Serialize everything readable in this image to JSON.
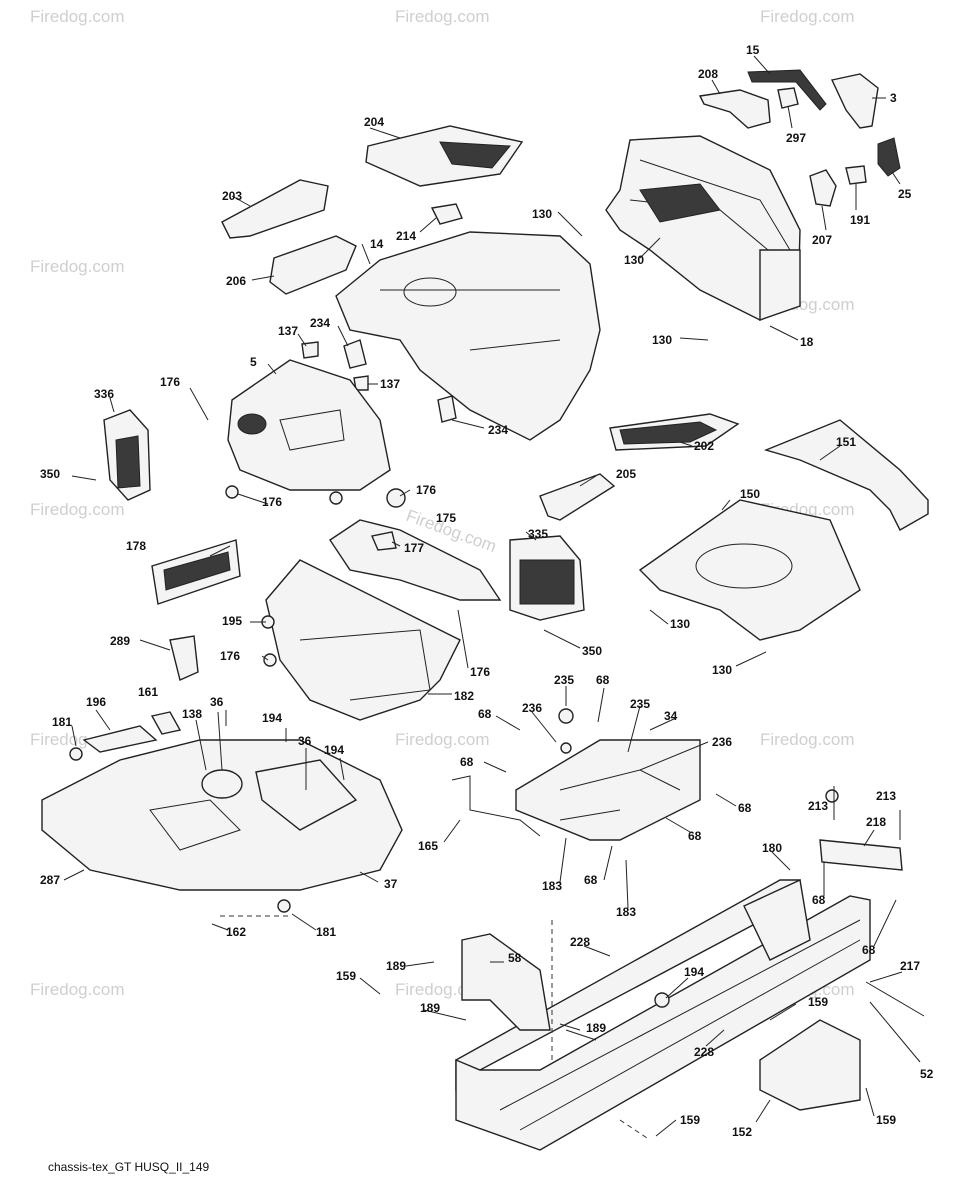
{
  "caption": "chassis-tex_GT HUSQ_II_149",
  "watermark": "Firedog.com",
  "labels": {
    "p15": "15",
    "p208": "208",
    "p3": "3",
    "p297": "297",
    "p25": "25",
    "p191": "191",
    "p207": "207",
    "p204": "204",
    "p203": "203",
    "p214": "214",
    "p14": "14",
    "p206": "206",
    "p130a": "130",
    "p130b": "130",
    "p130c": "130",
    "p130d": "130",
    "p130e": "130",
    "p18": "18",
    "p137a": "137",
    "p234a": "234",
    "p5": "5",
    "p137b": "137",
    "p176a": "176",
    "p336": "336",
    "p234b": "234",
    "p202": "202",
    "p151": "151",
    "p350a": "350",
    "p176b": "176",
    "p176c": "176",
    "p205": "205",
    "p175": "175",
    "p177": "177",
    "p150": "150",
    "p178": "178",
    "p335": "335",
    "p195": "195",
    "p176d": "176",
    "p176e": "176",
    "p289": "289",
    "p350b": "350",
    "p182": "182",
    "p196": "196",
    "p161": "161",
    "p36a": "36",
    "p138": "138",
    "p181a": "181",
    "p194a": "194",
    "p36b": "36",
    "p194b": "194",
    "p287": "287",
    "p37": "37",
    "p162": "162",
    "p181b": "181",
    "p235a": "235",
    "p68a": "68",
    "p236a": "236",
    "p235b": "235",
    "p34": "34",
    "p236b": "236",
    "p68b": "68",
    "p68c": "68",
    "p68d": "68",
    "p68e": "68",
    "p165": "165",
    "p183a": "183",
    "p68f": "68",
    "p183b": "183",
    "p213a": "213",
    "p213b": "213",
    "p218": "218",
    "p68g": "68",
    "p68h": "68",
    "p180": "180",
    "p228a": "228",
    "p58": "58",
    "p189a": "189",
    "p159a": "159",
    "p194c": "194",
    "p189b": "189",
    "p189c": "189",
    "p217": "217",
    "p159b": "159",
    "p228b": "228",
    "p52": "52",
    "p159c": "159",
    "p152": "152",
    "p159d": "159"
  }
}
